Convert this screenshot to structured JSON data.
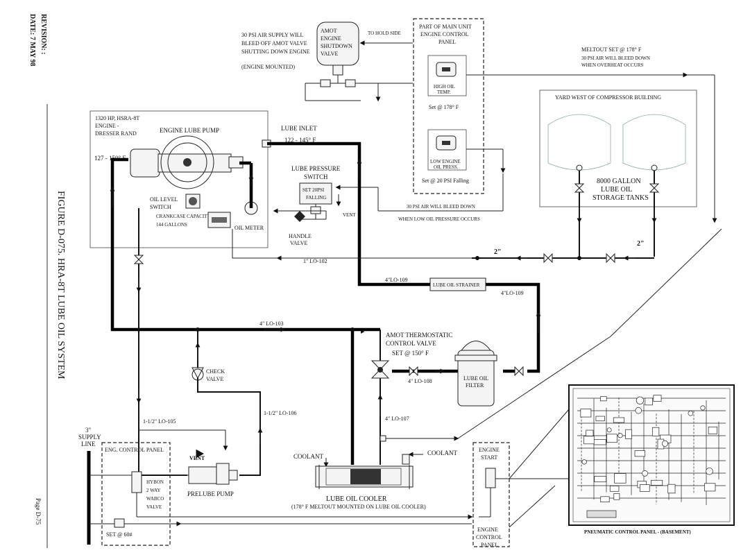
{
  "margin": {
    "revision": "REVISION: :",
    "date": "DATE: 7 MAY 98",
    "figure_title": "FIGURE D-075. HRA-8T LUBE OIL SYSTEM",
    "page": "Page D-75"
  },
  "amot_shutdown": {
    "note1": "30 PSI AIR SUPPLY WILL",
    "note2": "BLEED OFF AMOT VALVE",
    "note3": "SHUTTING DOWN ENGINE",
    "mounted": "(ENGINE MOUNTED)",
    "valve1": "AMOT",
    "valve2": "ENGINE",
    "valve3": "SHUTDOWN",
    "valve4": "VALVE",
    "to_hold": "TO HOLD SIDE"
  },
  "main_panel": {
    "title1": "PART OF MAIN UNIT",
    "title2": "ENGINE CONTROL",
    "title3": "PANEL",
    "high_oil1": "HIGH OIL",
    "high_oil2": "TEMP.",
    "high_set": "Set @ 178° F",
    "low_oil1": "LOW ENGINE",
    "low_oil2": "OIL PRESS.",
    "low_set": "Set @ 20 PSI Falling"
  },
  "meltout": {
    "title": "MELTOUT SET @ 178° F",
    "note1": "30 PSI AIR WILL BLEED DOWN",
    "note2": "WHEN OVERHEAT OCCURS"
  },
  "yard": {
    "title": "YARD WEST OF COMPRESSOR BUILDING",
    "tank1": "8000 GALLON",
    "tank2": "LUBE OIL",
    "tank3": "STORAGE TANKS"
  },
  "engine": {
    "id1": "1320 HP, HSRA-8T",
    "id2": "ENGINE -",
    "id3": "DRESSER RAND",
    "pump": "ENGINE LUBE PUMP",
    "temp": "127 - 150° F",
    "oil_level1": "OIL LEVEL",
    "oil_level2": "SWITCH",
    "crankcase1": "CRANKCASE CAPACITY",
    "crankcase2": "144 GALLONS",
    "oil_meter": "OIL METER"
  },
  "lube_inlet": {
    "label": "LUBE INLET",
    "range": "122 - 145° F"
  },
  "pressure_switch": {
    "title1": "LUBE PRESSURE",
    "title2": "SWITCH",
    "set1": "SET 20PSI",
    "set2": "FALLING",
    "vent": "VENT",
    "handle1": "HANDLE",
    "handle2": "VALVE",
    "note1": "30 PSI AIR WILL BLEED DOWN",
    "note2": "WHEN LOW OIL PRESSURE OCCURS"
  },
  "lines": {
    "lo102": "1\" LO-102",
    "size_2a": "2\"",
    "size_2b": "2\"",
    "lo109a": "4\"LO-109",
    "strainer": "LUBE OIL STRAINER",
    "lo109b": "4\"LO-109",
    "lo103": "4\" LO-103",
    "lo108": "4\" LO-108",
    "lo107": "4\" LO-107",
    "lo105": "1-1/2\" LO-105",
    "lo106": "1-1/2\" LO-106"
  },
  "thermostatic": {
    "title1": "AMOT THERMOSTATIC",
    "title2": "CONTROL VALVE",
    "set": "SET @ 150° F"
  },
  "filter": {
    "label1": "LUBE OIL",
    "label2": "FILTER"
  },
  "check_valve": {
    "label1": "CHECK",
    "label2": "VALVE"
  },
  "supply": {
    "size": "3\"",
    "label1": "SUPPLY",
    "label2": "LINE"
  },
  "eng_panel": {
    "title": "ENG. CONTROL PANEL",
    "hybon1": "HYBON",
    "hybon2": "2 WAY",
    "hybon3": "WABCO",
    "hybon4": "VALVE",
    "set60": "SET @ 60#"
  },
  "prelube": {
    "vent": "VENT",
    "label": "PRELUBE PUMP"
  },
  "cooler": {
    "coolant_left": "COOLANT",
    "coolant_right": "COOLANT",
    "label": "LUBE OIL COOLER",
    "sub": "(178° F MELTOUT MOUNTED ON LUBE OIL COOLER)"
  },
  "engine_start": {
    "label1": "ENGINE",
    "label2": "START",
    "panel1": "ENGINE",
    "panel2": "CONTROL",
    "panel3": "PANEL"
  },
  "pneumatic": {
    "title": "PNEUMATIC CONTROL PANEL - (BASEMENT)"
  }
}
